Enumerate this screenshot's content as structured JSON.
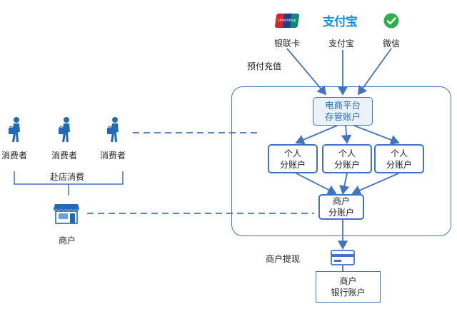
{
  "payments": {
    "unionpay": {
      "label": "银联卡",
      "logo_text": "UnionPay"
    },
    "alipay": {
      "label": "支付宝",
      "logo_text": "支付宝"
    },
    "wechat": {
      "label": "微信"
    }
  },
  "recharge_label": "预付充值",
  "platform": {
    "line1": "电商平台",
    "line2": "存管账户"
  },
  "personal_accounts": [
    {
      "line1": "个人",
      "line2": "分账户"
    },
    {
      "line1": "个人",
      "line2": "分账户"
    },
    {
      "line1": "个人",
      "line2": "分账户"
    }
  ],
  "merchant_sub": {
    "line1": "商户",
    "line2": "分账户"
  },
  "withdraw_label": "商户提现",
  "merchant_bank": {
    "line1": "商户",
    "line2": "银行账户"
  },
  "consumers": [
    {
      "label": "消费者"
    },
    {
      "label": "消费者"
    },
    {
      "label": "消费者"
    }
  ],
  "store_consume_label": "赴店消费",
  "merchant_label": "商户",
  "colors": {
    "line": "#3f74c5",
    "accent": "#1f6bb8",
    "fill": "#eaf1fb",
    "wechat": "#2db04a",
    "alipay": "#1a8fd6",
    "unionpay_red": "#d7262b"
  }
}
